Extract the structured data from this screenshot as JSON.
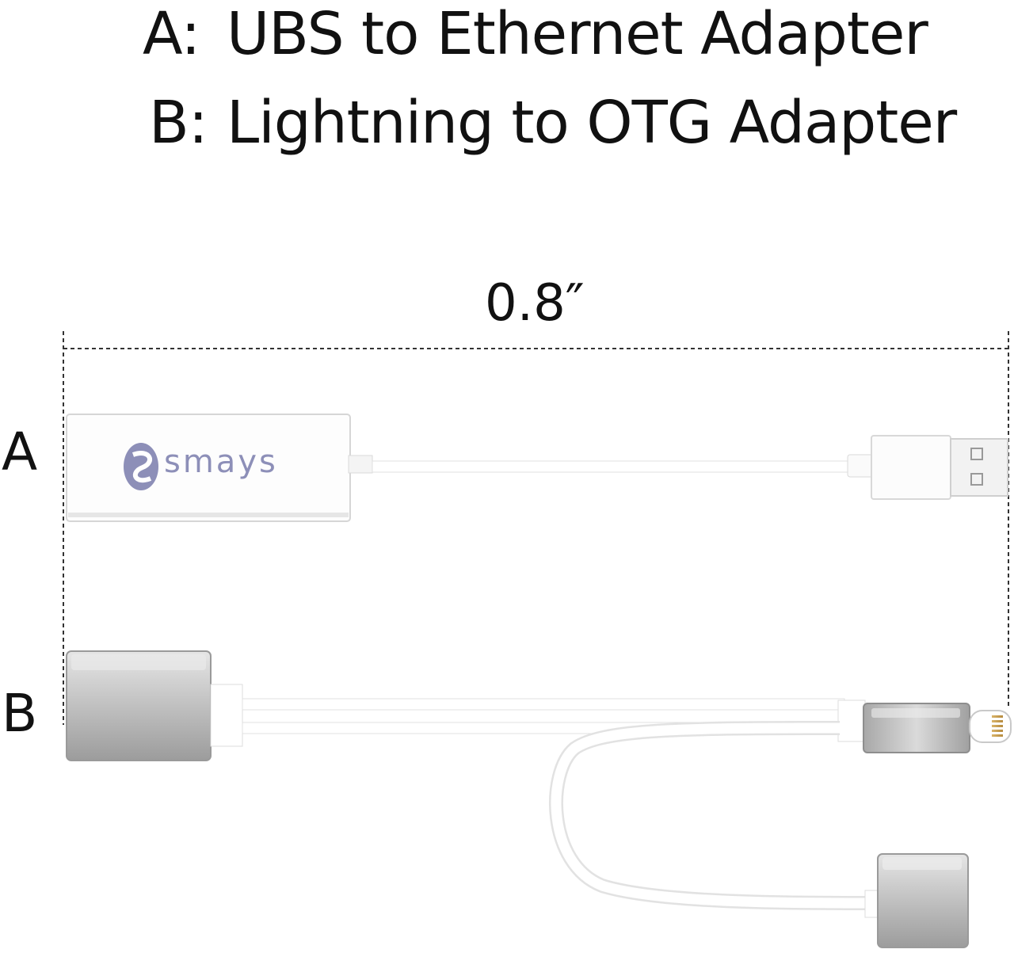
{
  "captions": [
    {
      "key": "A:",
      "text": "UBS to Ethernet Adapter"
    },
    {
      "key": "B:",
      "text": "Lightning to OTG Adapter"
    }
  ],
  "dimension": "0.8″",
  "labels": {
    "a": "A",
    "b": "B"
  },
  "brand": "smays",
  "colors": {
    "cable": "#ffffff",
    "metal": "#bdbdbd",
    "brand": "#8d8fb8",
    "dash": "#333333"
  }
}
